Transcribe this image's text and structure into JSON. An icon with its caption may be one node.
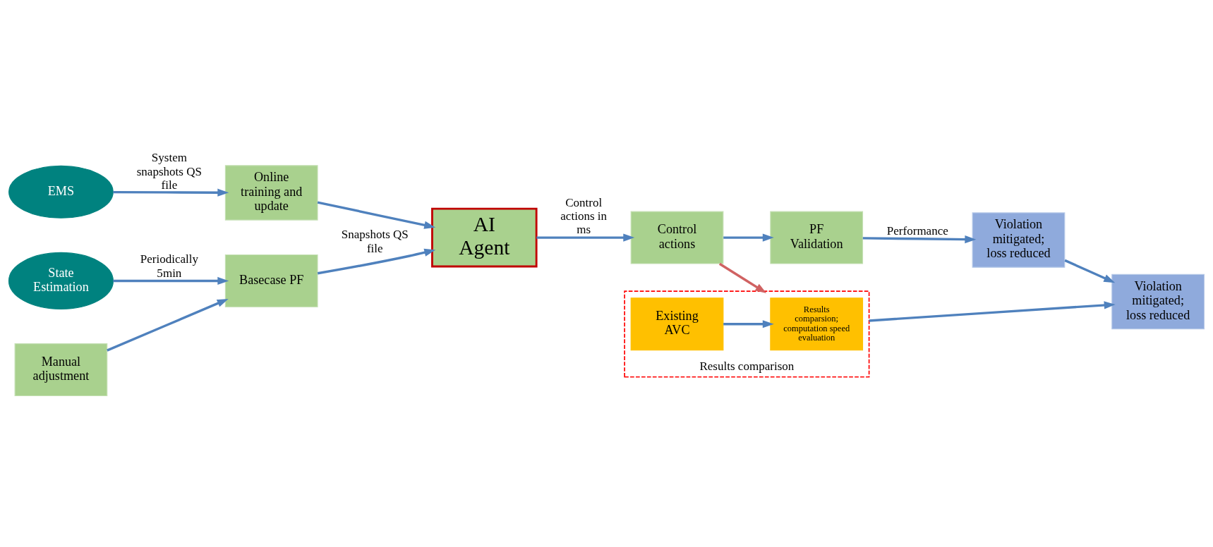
{
  "diagram": {
    "nodes": [
      {
        "text": [
          "EMS"
        ]
      },
      {
        "text": [
          "Online training and update"
        ]
      },
      {
        "text": [
          "AI Agent"
        ]
      },
      {
        "text": [
          "State Estimation"
        ]
      },
      {
        "text": [
          "Basecase PF"
        ]
      },
      {
        "text": [
          "Manual adjustment"
        ]
      },
      {
        "text": [
          "Control actions"
        ]
      },
      {
        "text": [
          "PF Validation"
        ]
      },
      {
        "text": [
          "Violation mitigated; loss reduced"
        ]
      },
      {
        "text": [
          "Results comparison"
        ]
      },
      {
        "text": [
          "Existing AVC"
        ],
        "in": 9
      },
      {
        "text": [
          "Results comparsion; computation speed evaluation"
        ],
        "in": 9
      },
      {
        "text": [
          "Violation mitigated; loss reduced"
        ]
      }
    ],
    "edges": [
      {
        "from": 0,
        "to": 1,
        "arrow": "to",
        "label": "System snapshots QS file"
      },
      {
        "from": 1,
        "to": 2,
        "arrow": "to"
      },
      {
        "from": 3,
        "to": 4,
        "arrow": "to",
        "label": "Periodically 5min"
      },
      {
        "from": 4,
        "to": 2,
        "arrow": "to",
        "label": "Snapshots QS file"
      },
      {
        "from": 5,
        "to": 4,
        "arrow": "to"
      },
      {
        "from": 2,
        "to": 6,
        "arrow": "to",
        "label": "Control actions in ms"
      },
      {
        "from": 6,
        "to": 7,
        "arrow": "to"
      },
      {
        "from": 7,
        "to": 8,
        "arrow": "to",
        "label": "Performance"
      },
      {
        "from": 6,
        "to": 9,
        "arrow": "to",
        "color": "#d06262"
      },
      {
        "from": 8,
        "to": 12,
        "arrow": "to"
      },
      {
        "from": 10,
        "to": 11,
        "arrow": "to"
      },
      {
        "from": 9,
        "to": 12,
        "arrow": "to"
      }
    ]
  }
}
